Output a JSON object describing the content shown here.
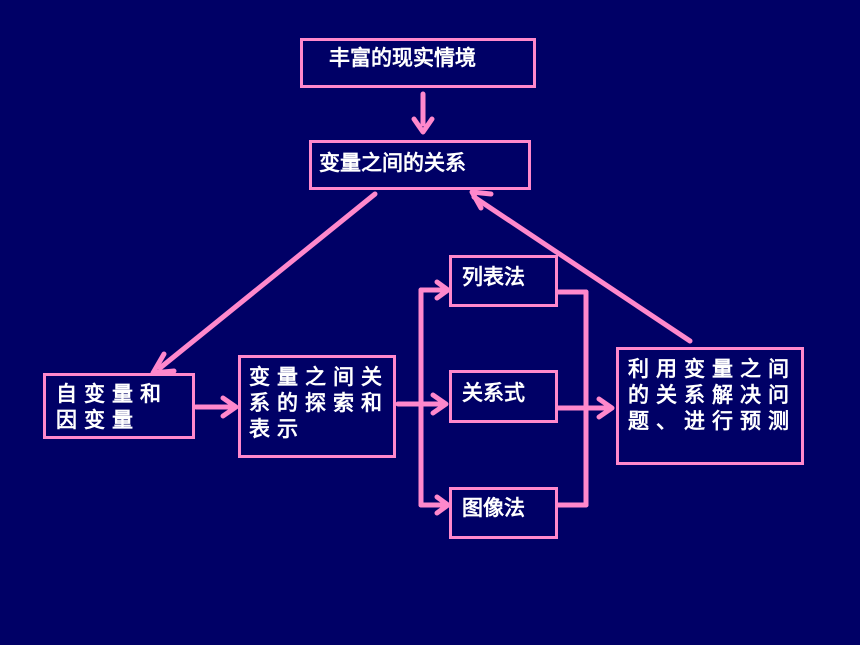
{
  "nodes": {
    "rich_situation": "丰富的现实情境",
    "relationship_between_variables": "变量之间的关系",
    "independent_dependent_variables": "自变量和因变量",
    "explore_represent_relationship": "变量之间关系的探索和表示",
    "table_method": "列表法",
    "relation_formula": "关系式",
    "graph_method": "图像法",
    "solve_and_predict": "利用变量之间的关系解决问题、进行预测"
  },
  "colors": {
    "background": "#000066",
    "box_border": "#ff88cc",
    "arrow": "#ff88cc",
    "text": "#ffffff"
  }
}
